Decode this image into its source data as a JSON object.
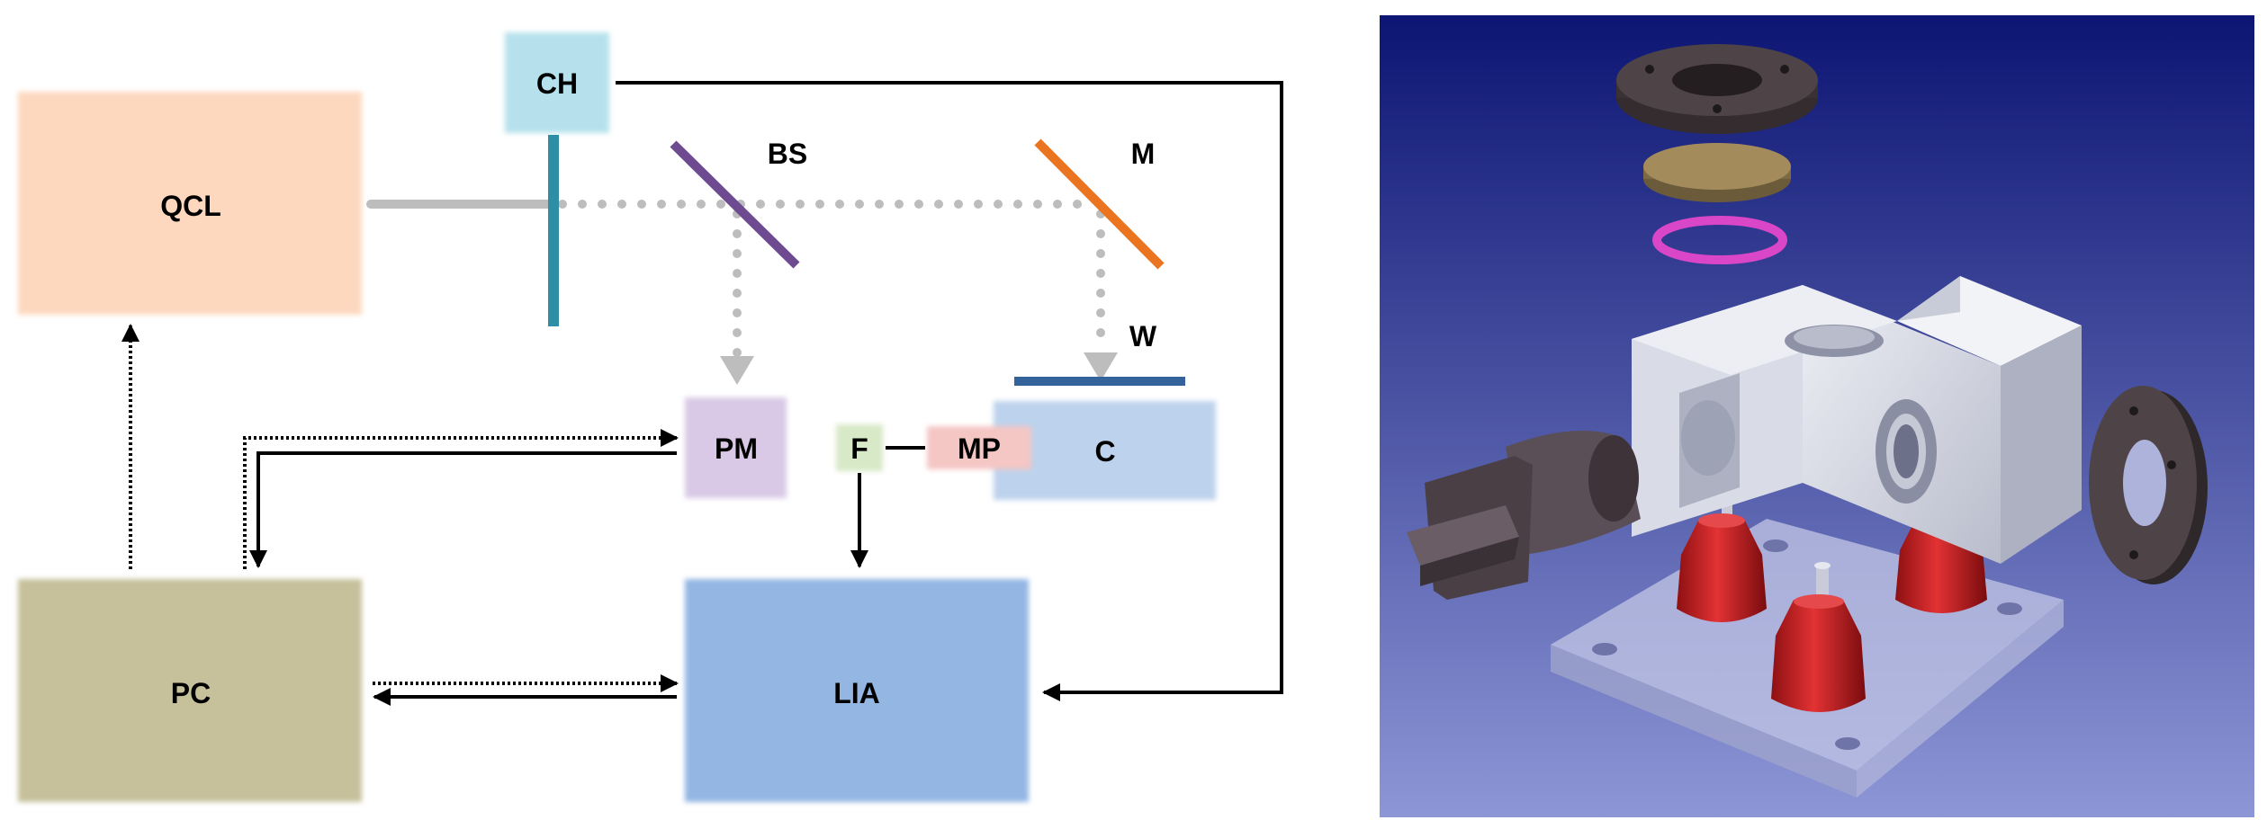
{
  "diagram": {
    "blocks": [
      {
        "id": "qcl",
        "label": "QCL",
        "color": "#fdd8bf"
      },
      {
        "id": "ch",
        "label": "CH",
        "color": "#b6e1ec"
      },
      {
        "id": "pm",
        "label": "PM",
        "color": "#d9c9e6"
      },
      {
        "id": "f",
        "label": "F",
        "color": "#d7e9c6"
      },
      {
        "id": "mp",
        "label": "MP",
        "color": "#f4c6c4"
      },
      {
        "id": "c",
        "label": "C",
        "color": "#bdd2ec"
      },
      {
        "id": "pc",
        "label": "PC",
        "color": "#c6c09b"
      },
      {
        "id": "lia",
        "label": "LIA",
        "color": "#94b6e3"
      }
    ],
    "optics": [
      {
        "id": "bs",
        "label": "BS",
        "color": "#6e4b91"
      },
      {
        "id": "m",
        "label": "M",
        "color": "#ea7420"
      },
      {
        "id": "w",
        "label": "W",
        "color": "#34629b"
      }
    ],
    "chopper_color": "#2e8ea6",
    "beam_color": "#bdbdbd",
    "wire_color": "#000000"
  },
  "render": {
    "background_top": "#0c1573",
    "background_bottom": "#8d96d6",
    "part_colors": {
      "housing": "#d9dbe6",
      "flange": "#4e4447",
      "window": "#a48b5c",
      "oring": "#d946c8",
      "damper": "#c81f21",
      "base": "#c3c7e6",
      "knob": "#4a3f45"
    }
  }
}
